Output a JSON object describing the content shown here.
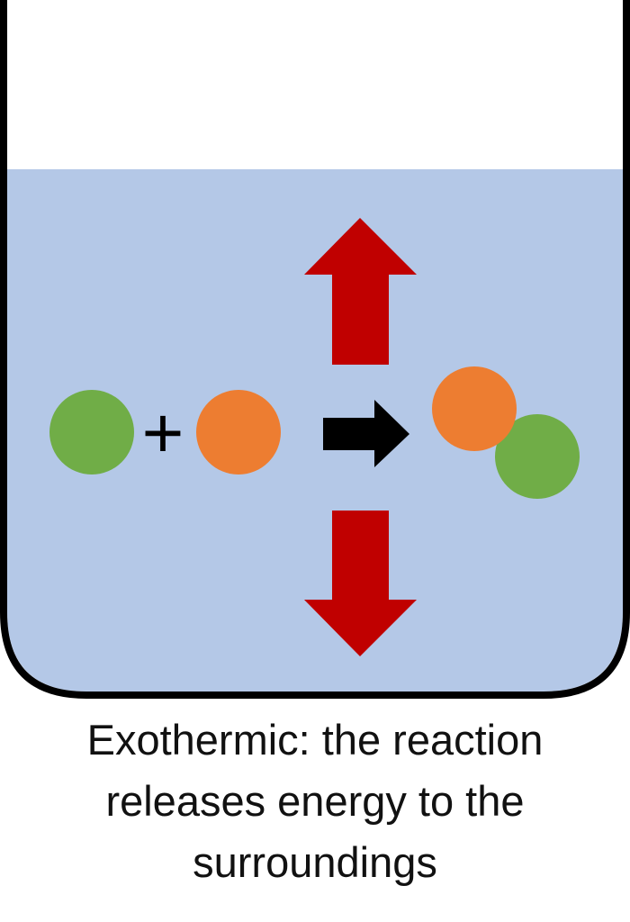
{
  "caption": {
    "line1": "Exothermic: the reaction",
    "line2": "releases energy to the",
    "line3": "surroundings"
  },
  "colors": {
    "liquid": "#b4c8e7",
    "container_outline": "#000000",
    "reactant_a": "#70ad47",
    "reactant_b": "#ed7d31",
    "energy_arrow": "#c00000",
    "reaction_arrow": "#000000",
    "background": "#ffffff"
  },
  "icons": {
    "plus": "+",
    "reaction_arrow": "right-arrow-icon",
    "energy_up": "up-arrow-icon",
    "energy_down": "down-arrow-icon"
  }
}
